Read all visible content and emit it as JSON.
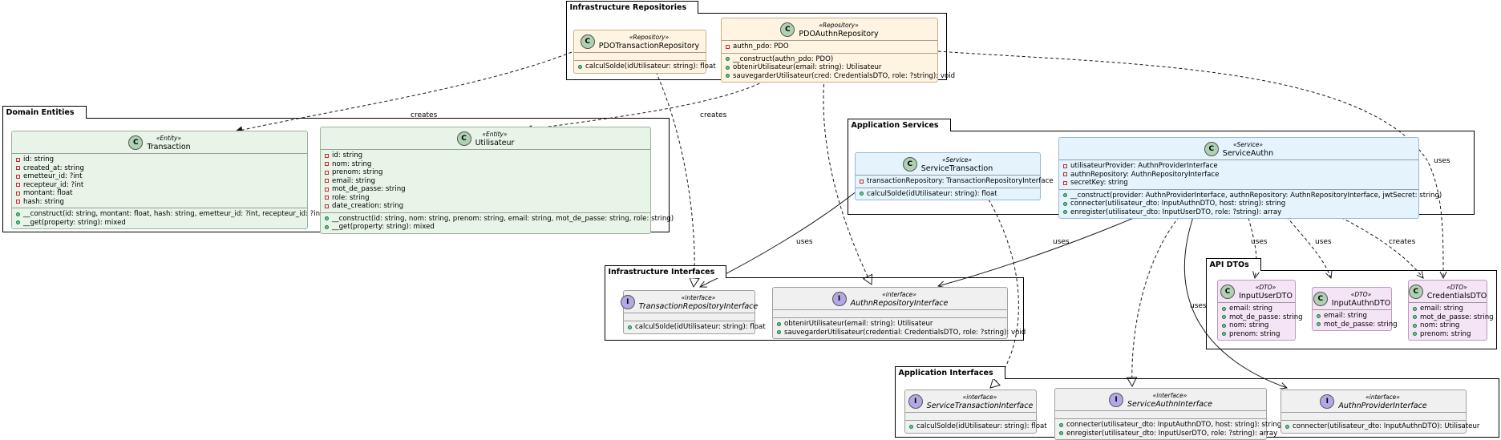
{
  "packages": {
    "infra_repos": "Infrastructure Repositories",
    "domain": "Domain Entities",
    "app_services": "Application Services",
    "infra_ifaces": "Infrastructure Interfaces",
    "api_dtos": "API DTOs",
    "app_ifaces": "Application Interfaces"
  },
  "classes": {
    "pdo_transaction_repo": {
      "stereotype": "«Repository»",
      "name": "PDOTransactionRepository",
      "attributes": [],
      "methods": [
        "calculSolde(idUtilisateur: string): float"
      ]
    },
    "pdo_authn_repo": {
      "stereotype": "«Repository»",
      "name": "PDOAuthnRepository",
      "attributes": [
        "authn_pdo: PDO"
      ],
      "methods": [
        "__construct(authn_pdo: PDO)",
        "obtenirUtilisateur(email: string): Utilisateur",
        "sauvegarderUtilisateur(cred: CredentialsDTO, role: ?string): void"
      ]
    },
    "transaction": {
      "stereotype": "«Entity»",
      "name": "Transaction",
      "attributes": [
        "id: string",
        "created_at: string",
        "emetteur_id: ?int",
        "recepteur_id: ?int",
        "montant: float",
        "hash: string"
      ],
      "methods": [
        "__construct(id: string, montant: float, hash: string, emetteur_id: ?int, recepteur_id: ?int)",
        "__get(property: string): mixed"
      ]
    },
    "utilisateur": {
      "stereotype": "«Entity»",
      "name": "Utilisateur",
      "attributes": [
        "id: string",
        "nom: string",
        "prenom: string",
        "email: string",
        "mot_de_passe: string",
        "role: string",
        "date_creation: string"
      ],
      "methods": [
        "__construct(id: string, nom: string, prenom: string, email: string, mot_de_passe: string, role: string)",
        "__get(property: string): mixed"
      ]
    },
    "service_transaction": {
      "stereotype": "«Service»",
      "name": "ServiceTransaction",
      "attributes": [
        "transactionRepository: TransactionRepositoryInterface"
      ],
      "methods": [
        "calculSolde(idUtilisateur: string): float"
      ]
    },
    "service_authn": {
      "stereotype": "«Service»",
      "name": "ServiceAuthn",
      "attributes": [
        "utilisateurProvider: AuthnProviderInterface",
        "authnRepository: AuthnRepositoryInterface",
        "secretKey: string"
      ],
      "methods": [
        "__construct(provider: AuthnProviderInterface, authnRepository: AuthnRepositoryInterface, jwtSecret: string)",
        "connecter(utilisateur_dto: InputAuthnDTO, host: string): string",
        "enregister(utilisateur_dto: InputUserDTO, role: ?string): array"
      ]
    },
    "transaction_repo_iface": {
      "stereotype": "«interface»",
      "name": "TransactionRepositoryInterface",
      "attributes": [],
      "methods": [
        "calculSolde(idUtilisateur: string): float"
      ]
    },
    "authn_repo_iface": {
      "stereotype": "«interface»",
      "name": "AuthnRepositoryInterface",
      "attributes": [],
      "methods": [
        "obtenirUtilisateur(email: string): Utilisateur",
        "sauvegarderUtilisateur(credential: CredentialsDTO, role: ?string): void"
      ]
    },
    "input_user_dto": {
      "stereotype": "«DTO»",
      "name": "InputUserDTO",
      "attributes": [],
      "methods": [
        "email: string",
        "mot_de_passe: string",
        "nom: string",
        "prenom: string"
      ]
    },
    "input_authn_dto": {
      "stereotype": "«DTO»",
      "name": "InputAuthnDTO",
      "attributes": [],
      "methods": [
        "email: string",
        "mot_de_passe: string"
      ]
    },
    "credentials_dto": {
      "stereotype": "«DTO»",
      "name": "CredentialsDTO",
      "attributes": [],
      "methods": [
        "email: string",
        "mot_de_passe: string",
        "nom: string",
        "prenom: string"
      ]
    },
    "service_transaction_iface": {
      "stereotype": "«interface»",
      "name": "ServiceTransactionInterface",
      "attributes": [],
      "methods": [
        "calculSolde(idUtilisateur: string): float"
      ]
    },
    "service_authn_iface": {
      "stereotype": "«interface»",
      "name": "ServiceAuthnInterface",
      "attributes": [],
      "methods": [
        "connecter(utilisateur_dto: InputAuthnDTO, host: string): string",
        "enregister(utilisateur_dto: InputUserDTO, role: ?string): array"
      ]
    },
    "authn_provider_iface": {
      "stereotype": "«interface»",
      "name": "AuthnProviderInterface",
      "attributes": [],
      "methods": [
        "connecter(utilisateur_dto: InputAuthnDTO): Utilisateur"
      ]
    }
  },
  "edge_labels": {
    "creates": "creates",
    "uses": "uses"
  }
}
